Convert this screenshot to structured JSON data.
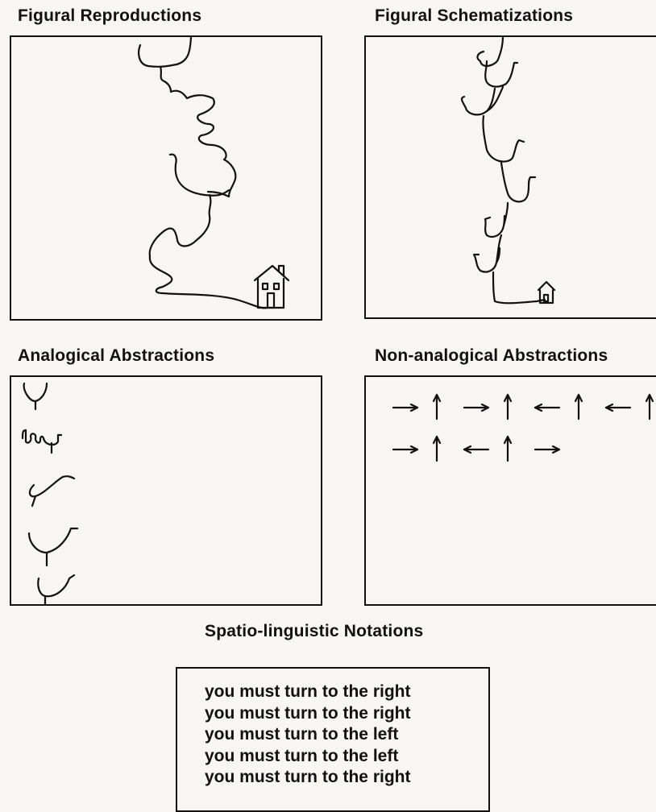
{
  "sections": {
    "figural_reproductions": {
      "title": "Figural Reproductions"
    },
    "figural_schematizations": {
      "title": "Figural Schematizations"
    },
    "analogical_abstractions": {
      "title": "Analogical Abstractions"
    },
    "non_analogical_abstractions": {
      "title": "Non-analogical Abstractions",
      "rows": [
        [
          "right",
          "up",
          "right",
          "up",
          "left",
          "up",
          "left",
          "up"
        ],
        [
          "right",
          "up",
          "left",
          "up",
          "right"
        ]
      ]
    },
    "spatio_linguistic_notations": {
      "title": "Spatio-linguistic Notations",
      "lines": [
        "you must turn to the right",
        "you must turn to the right",
        "you must turn to the left",
        "you must turn to the left",
        "you must turn to the right"
      ]
    }
  }
}
